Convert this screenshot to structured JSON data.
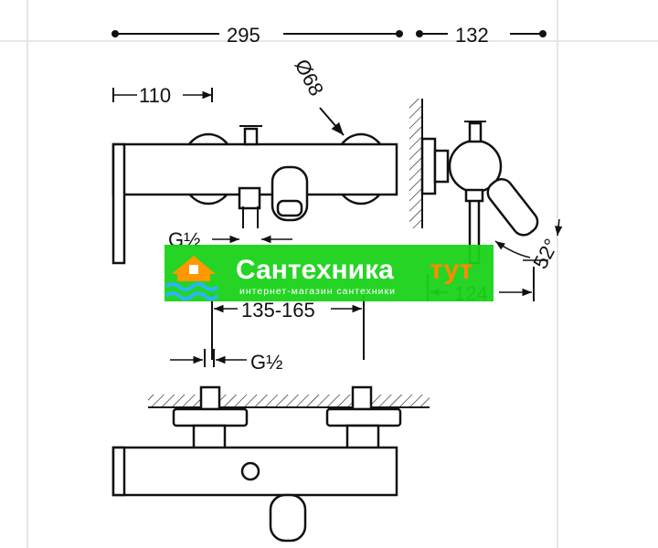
{
  "dimensions": {
    "overall_width": "295",
    "side_depth": "132",
    "inlet_offset": "110",
    "handle_diameter": "Ø68",
    "thread_top": "G½",
    "projection": "124",
    "angle": "52°",
    "centers": "135-165",
    "thread_bottom": "G½"
  },
  "watermark": {
    "title": "Сантехника",
    "title_highlight": "тут",
    "subtitle": "интернет-магазин сантехники",
    "colors": {
      "band": "#19d219",
      "title_text": "#ffffff",
      "highlight_text": "#ff8a00",
      "waves": "#29b6f6",
      "house": "#ff9800"
    }
  }
}
